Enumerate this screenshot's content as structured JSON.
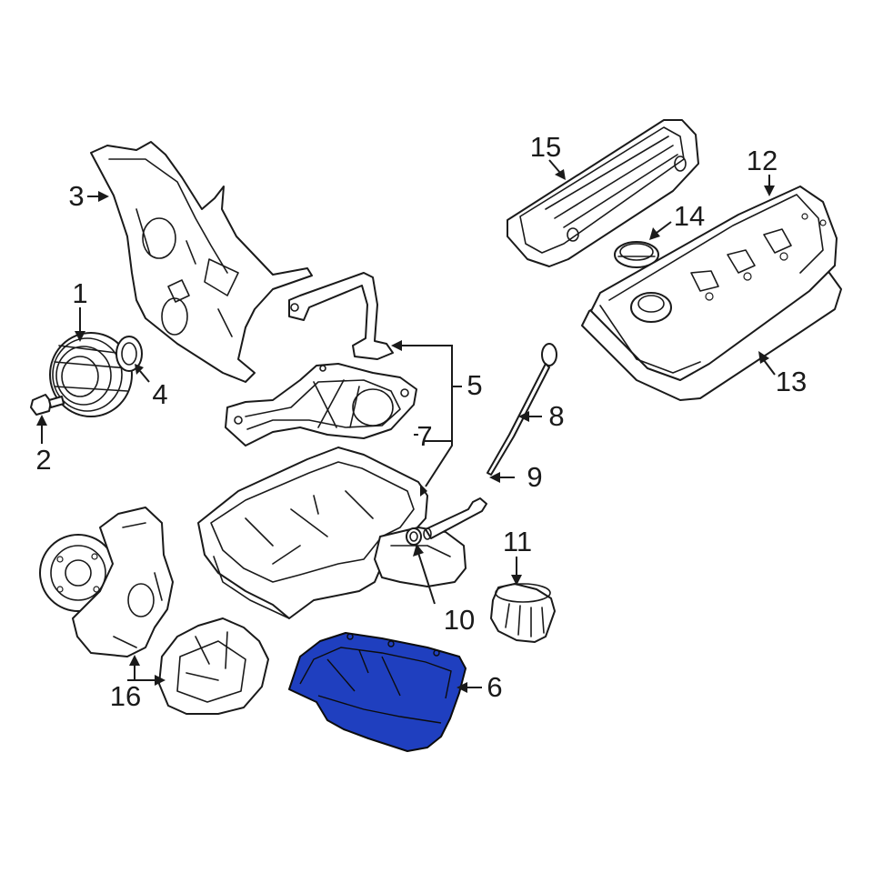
{
  "callouts": {
    "c1": "1",
    "c2": "2",
    "c3": "3",
    "c4": "4",
    "c5": "5",
    "c6": "6",
    "c7": "7",
    "c8": "8",
    "c9": "9",
    "c10": "10",
    "c11": "11",
    "c12": "12",
    "c13": "13",
    "c14": "14",
    "c15": "15",
    "c16": "16"
  },
  "highlight_color": "#1f3fbf",
  "highlighted_part": "6"
}
